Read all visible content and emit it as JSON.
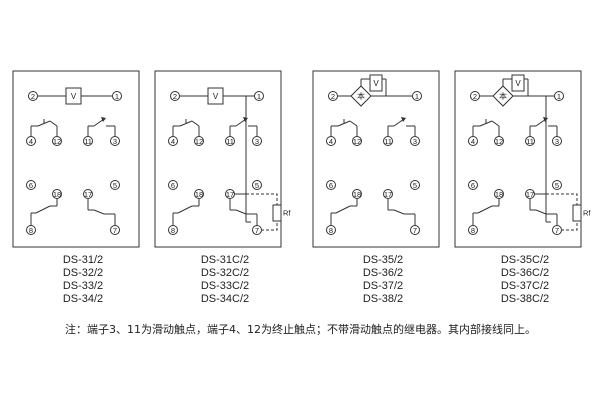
{
  "terminals": {
    "t1": "1",
    "t2": "2",
    "t3": "3",
    "t4": "4",
    "t5": "5",
    "t6": "6",
    "t7": "7",
    "t8": "8",
    "t11": "11",
    "t12": "12",
    "t17": "17",
    "t18": "18"
  },
  "coil_label": "V",
  "bridge_label": "本",
  "resistor_label": "Rf",
  "panels": [
    {
      "models": [
        "DS-31/2",
        "DS-32/2",
        "DS-33/2",
        "DS-34/2"
      ]
    },
    {
      "models": [
        "DS-31C/2",
        "DS-32C/2",
        "DS-33C/2",
        "DS-34C/2"
      ]
    },
    {
      "models": [
        "DS-35/2",
        "DS-36/2",
        "DS-37/2",
        "DS-38/2"
      ]
    },
    {
      "models": [
        "DS-35C/2",
        "DS-36C/2",
        "DS-37C/2",
        "DS-38C/2"
      ]
    }
  ],
  "note": "注：端子3、11为滑动触点，端子4、12为终止触点；不带滑动触点的继电器。其内部接线同上。"
}
